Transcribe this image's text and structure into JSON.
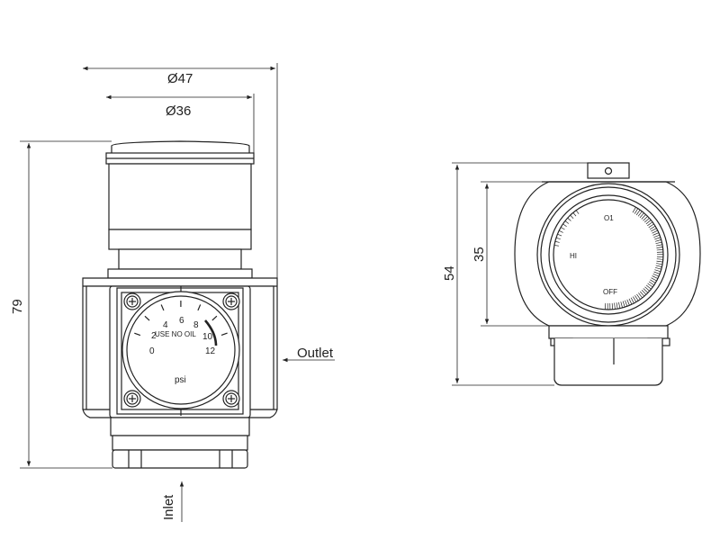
{
  "front_view": {
    "dim_outer_diameter": "Ø47",
    "dim_inner_diameter": "Ø36",
    "dim_height": "79",
    "outlet_label": "Outlet",
    "inlet_label": "Inlet",
    "gauge": {
      "ticks": [
        "0",
        "2",
        "4",
        "6",
        "8",
        "10",
        "12"
      ],
      "caption": "USE NO OIL",
      "unit": "psi"
    }
  },
  "side_view": {
    "dim_height": "54",
    "dim_dial": "35",
    "dial_labels": {
      "top": "O1",
      "left": "HI",
      "bottom": "OFF"
    }
  }
}
